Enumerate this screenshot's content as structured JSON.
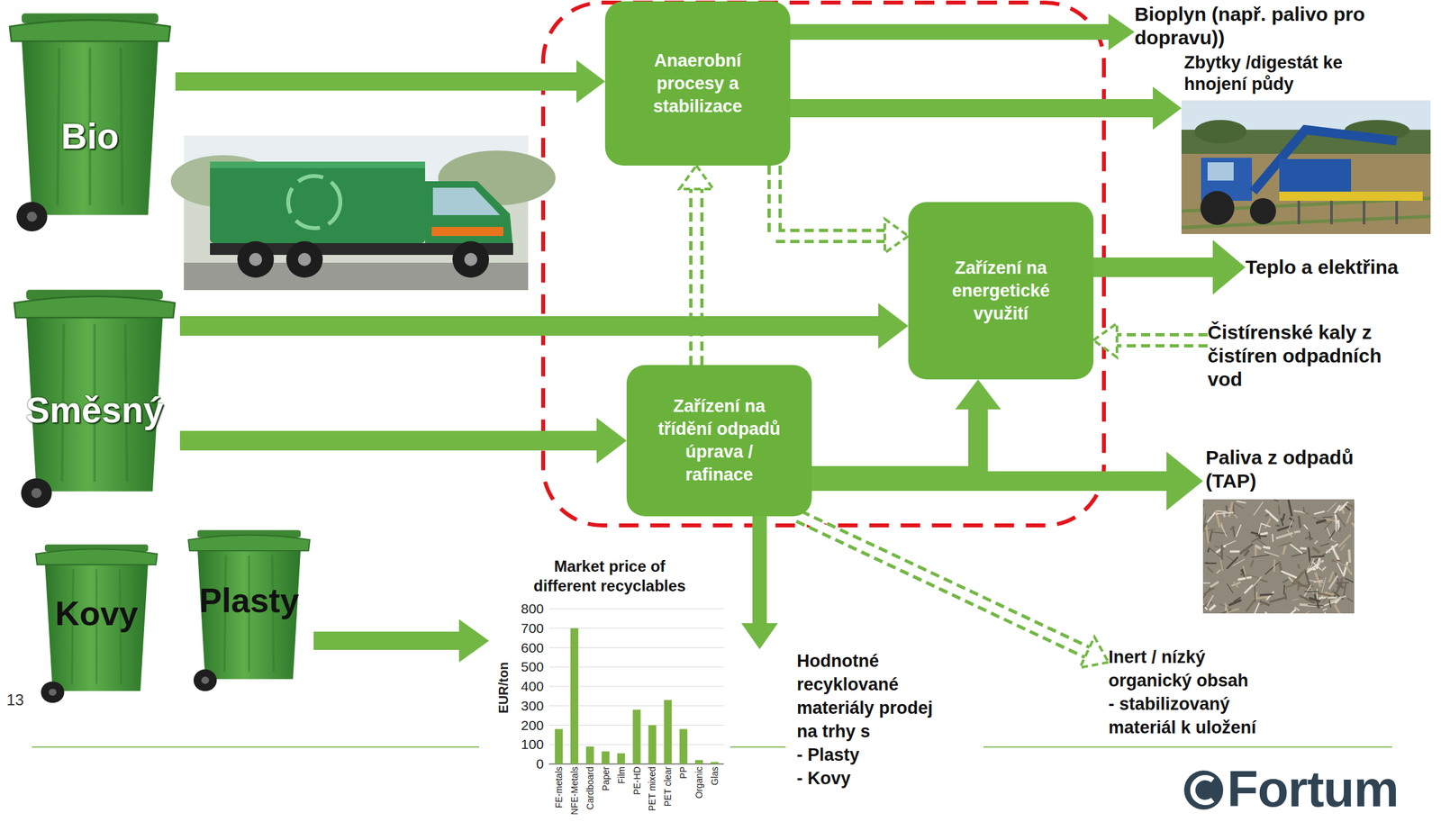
{
  "diagram": {
    "nodes": [
      {
        "text": [
          "Bio"
        ]
      },
      {
        "text": [
          "Anaerobní procesy a stabilizace"
        ]
      },
      {
        "text": [
          "Bioplyn (např. palivo pro dopravu))"
        ]
      },
      {
        "text": [
          "Zbytky /digestát ke hnojení půdy"
        ]
      },
      {
        "text": [
          "Zařízení na energetické využití"
        ]
      },
      {
        "text": [
          "Teplo a elektřina"
        ]
      },
      {
        "text": [
          "Směsný"
        ]
      },
      {
        "text": [
          "Čistírenské kaly z čistíren odpadních vod"
        ]
      },
      {
        "text": [
          "Zařízení na třídění odpadů úprava / rafinace"
        ]
      },
      {
        "text": [
          "Paliva z odpadů (TAP)"
        ]
      },
      {
        "text": [
          "Kovy"
        ]
      },
      {
        "text": [
          "Plasty"
        ]
      },
      {
        "text": [
          "Market price of different recyclables"
        ]
      },
      {
        "text": [
          "Hodnotné recyklované materiály prodej na trhy s",
          "- Plasty",
          "- Kovy"
        ]
      },
      {
        "text": [
          "Inert / nízký organický obsah",
          "- stabilizovaný materiál k uložení"
        ]
      }
    ],
    "edges": [
      {
        "from": 0,
        "to": 1,
        "arrow": "to"
      },
      {
        "from": 1,
        "to": 2,
        "arrow": "to"
      },
      {
        "from": 1,
        "to": 3,
        "arrow": "to"
      },
      {
        "from": 1,
        "to": 4,
        "arrow": "to"
      },
      {
        "from": 8,
        "to": 1,
        "arrow": "to"
      },
      {
        "from": 6,
        "to": 4,
        "arrow": "to"
      },
      {
        "from": 6,
        "to": 8,
        "arrow": "to"
      },
      {
        "from": 7,
        "to": 4,
        "arrow": "to"
      },
      {
        "from": 4,
        "to": 5,
        "arrow": "to"
      },
      {
        "from": 8,
        "to": 4,
        "arrow": "to"
      },
      {
        "from": 8,
        "to": 9,
        "arrow": "to"
      },
      {
        "from": 8,
        "to": 13,
        "arrow": "to"
      },
      {
        "from": 8,
        "to": 14,
        "arrow": "to"
      },
      {
        "from": 11,
        "to": 12,
        "arrow": "to"
      }
    ],
    "labels": [
      "13",
      "Fortum",
      "800",
      "700",
      "600",
      "500",
      "400",
      "300",
      "200",
      "100",
      "0",
      "EUR/ton",
      "FE-metals",
      "NFE-Metals",
      "Cardboard",
      "Paper",
      "Film",
      "PE-HD",
      "PET mixed",
      "PET clear",
      "PP",
      "Organic",
      "Glas"
    ]
  }
}
